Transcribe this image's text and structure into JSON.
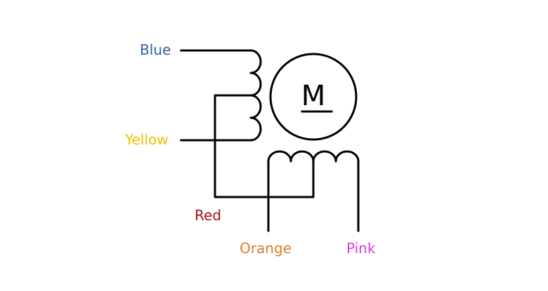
{
  "motor": {
    "symbol": "M"
  },
  "wires": {
    "blue": {
      "label": "Blue",
      "color": "#2e5fa6"
    },
    "yellow": {
      "label": "Yellow",
      "color": "#f2c200"
    },
    "red": {
      "label": "Red",
      "color": "#a50f15"
    },
    "orange": {
      "label": "Orange",
      "color": "#e07b28"
    },
    "pink": {
      "label": "Pink",
      "color": "#d63fd6"
    }
  },
  "line_color": "#000000"
}
